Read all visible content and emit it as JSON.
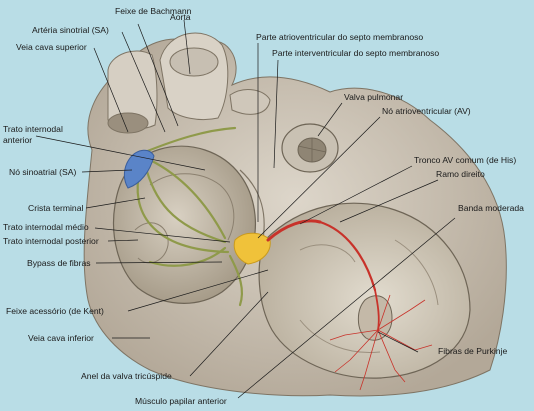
{
  "labels": {
    "feixe_bachmann": "Feixe de Bachmann",
    "aorta": "Aorta",
    "arteria_sinotrial": "Artéria sinotrial (SA)",
    "veia_cava_superior": "Veia cava superior",
    "trato_internodal_anterior_1": "Trato internodal",
    "trato_internodal_anterior_2": "anterior",
    "no_sinoatrial": "Nó sinoatrial (SA)",
    "crista_terminal": "Crista terminal",
    "trato_internodal_medio": "Trato internodal médio",
    "trato_internodal_posterior": "Trato internodal posterior",
    "bypass_fibras": "Bypass de fibras",
    "feixe_acessorio": "Feixe acessório (de Kent)",
    "veia_cava_inferior": "Veia cava inferior",
    "anel_valva_tricuspide": "Anel da valva tricúspide",
    "musculo_papilar_anterior": "Músculo papilar anterior",
    "parte_atrioventricular": "Parte atrioventricular do septo membranoso",
    "parte_interventricular": "Parte interventricular do septo membranoso",
    "valva_pulmonar": "Valva pulmonar",
    "no_atrioventricular": "Nó atrioventricular (AV)",
    "tronco_av_comum": "Tronco AV comum (de His)",
    "ramo_direito": "Ramo direito",
    "banda_moderada": "Banda moderada",
    "fibras_purkinje": "Fibras de Purkinje"
  },
  "colors": {
    "background": "#b9dde6",
    "tissue": "#cfc6b8",
    "tissue_shadow": "#a99f8f",
    "tissue_dark": "#8a8071",
    "conduction_tract": "#8f9a4a",
    "sa_node": "#5a84c8",
    "av_node": "#f0c23a",
    "his_bundle": "#c8322a",
    "leader_line": "#1a1a1a"
  }
}
